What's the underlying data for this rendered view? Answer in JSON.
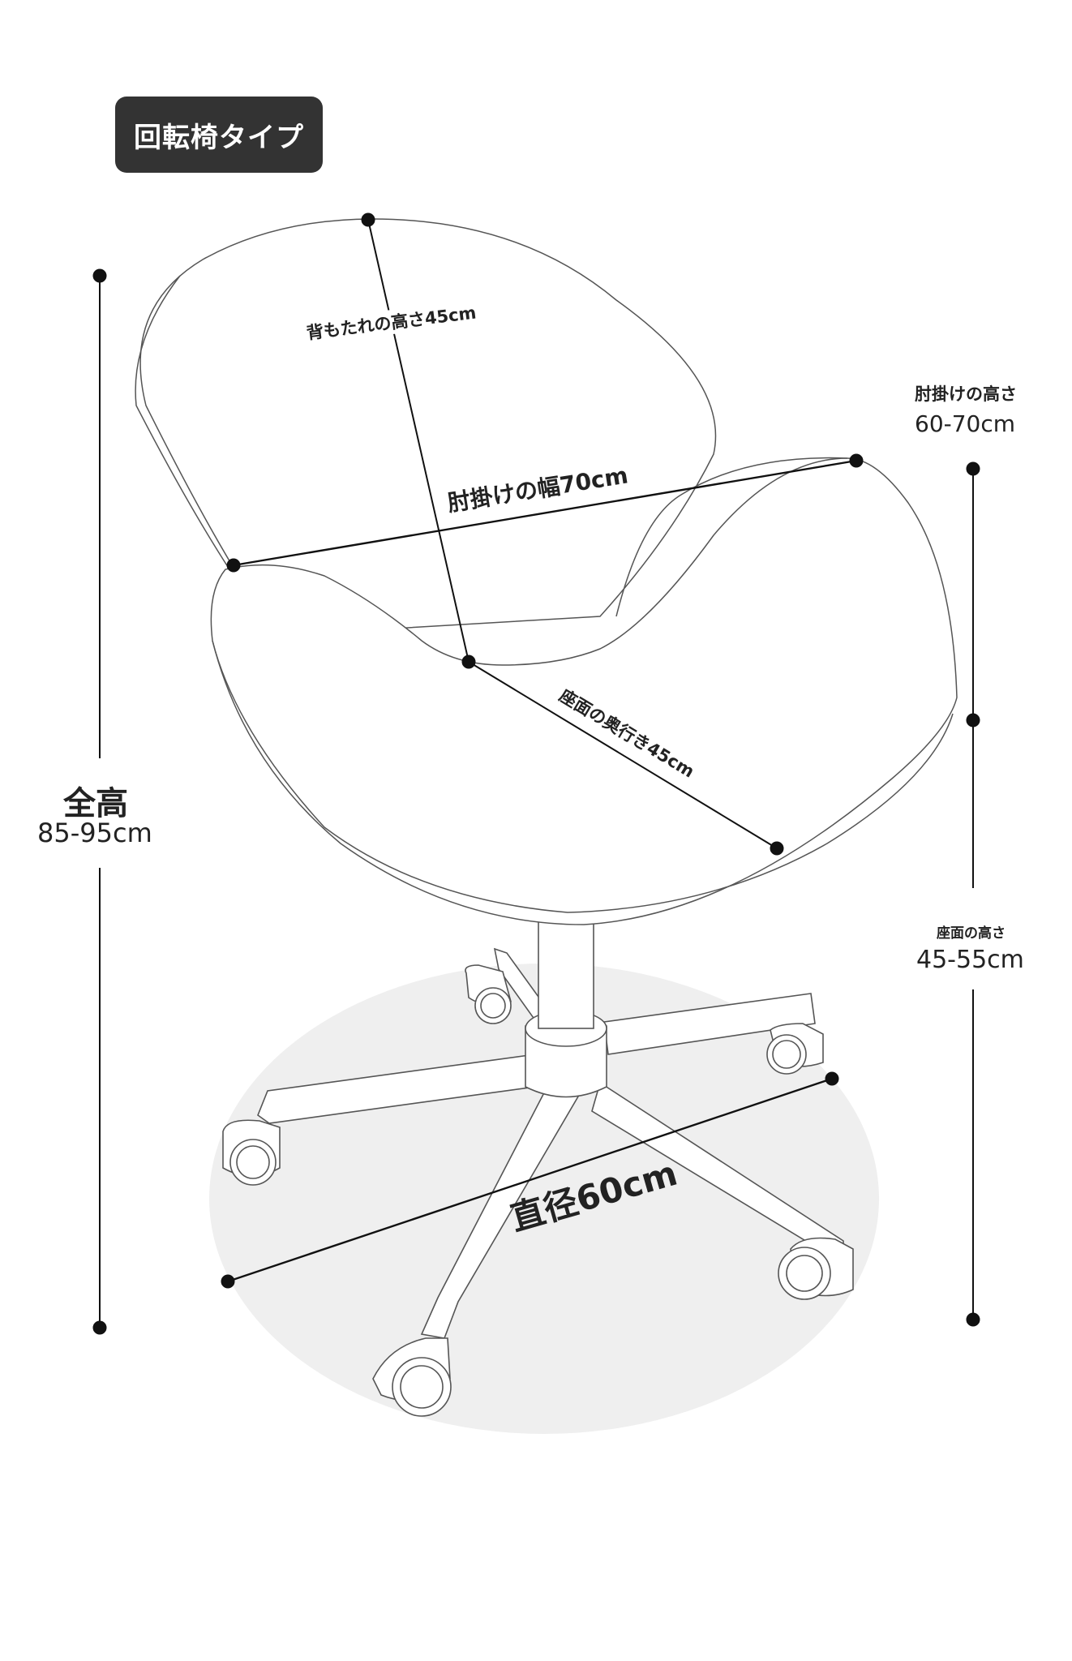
{
  "badge": {
    "label": "回転椅タイプ"
  },
  "dimensions": {
    "total_height": {
      "label": "全高",
      "value": "85-95cm"
    },
    "backrest_height": {
      "label": "背もたれの高さ45cm"
    },
    "armrest_width": {
      "label": "肘掛けの幅70cm"
    },
    "seat_depth": {
      "label": "座面の奥行き45cm"
    },
    "armrest_height": {
      "label": "肘掛けの高さ",
      "value": "60-70cm"
    },
    "seat_height": {
      "label": "座面の高さ",
      "value": "45-55cm"
    },
    "base_diameter": {
      "label": "直径60cm"
    }
  },
  "colors": {
    "badge_bg": "#333333",
    "floor_shadow": "#eeeeee",
    "line": "#111111"
  }
}
